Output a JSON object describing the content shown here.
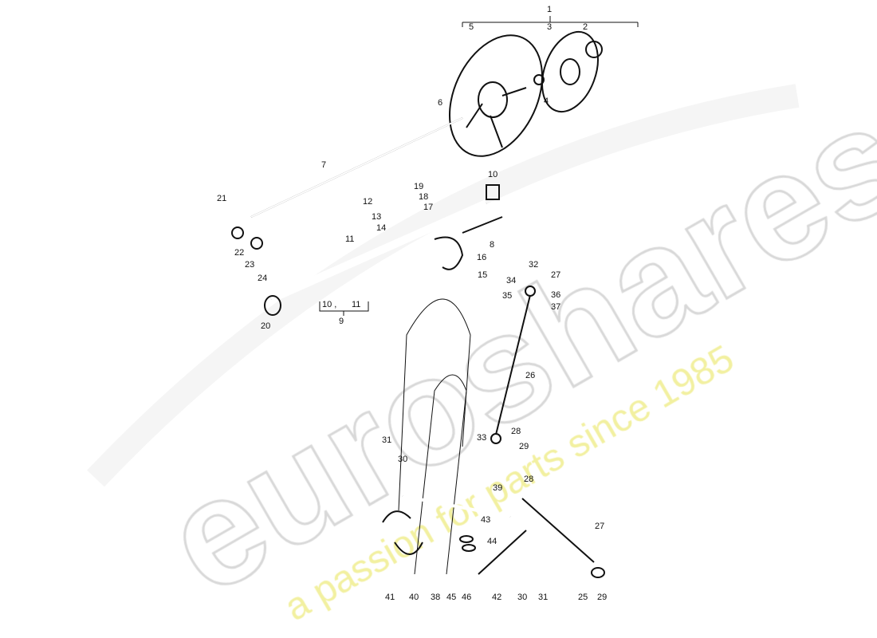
{
  "watermark": {
    "brand": "euroshares",
    "tagline": "a passion for parts since 1985",
    "brand_color": "#d8d8d8",
    "tagline_color": "#f2f0a0"
  },
  "callouts": [
    {
      "id": "c1",
      "text": "1"
    },
    {
      "id": "c5",
      "text": "5"
    },
    {
      "id": "c3",
      "text": "3"
    },
    {
      "id": "c2",
      "text": "2"
    },
    {
      "id": "c4",
      "text": "4"
    },
    {
      "id": "c6",
      "text": "6"
    },
    {
      "id": "c7",
      "text": "7"
    },
    {
      "id": "c10a",
      "text": "10"
    },
    {
      "id": "c19",
      "text": "19"
    },
    {
      "id": "c18",
      "text": "18"
    },
    {
      "id": "c17",
      "text": "17"
    },
    {
      "id": "c12",
      "text": "12"
    },
    {
      "id": "c21",
      "text": "21"
    },
    {
      "id": "c13",
      "text": "13"
    },
    {
      "id": "c14",
      "text": "14"
    },
    {
      "id": "c11a",
      "text": "11"
    },
    {
      "id": "c8",
      "text": "8"
    },
    {
      "id": "c16",
      "text": "16"
    },
    {
      "id": "c22",
      "text": "22"
    },
    {
      "id": "c23",
      "text": "23"
    },
    {
      "id": "c24",
      "text": "24"
    },
    {
      "id": "c15",
      "text": "15"
    },
    {
      "id": "c32",
      "text": "32"
    },
    {
      "id": "c27a",
      "text": "27"
    },
    {
      "id": "c34",
      "text": "34"
    },
    {
      "id": "c36",
      "text": "36"
    },
    {
      "id": "c35",
      "text": "35"
    },
    {
      "id": "c37",
      "text": "37"
    },
    {
      "id": "c10b",
      "text": "10 ,"
    },
    {
      "id": "c11b",
      "text": "11"
    },
    {
      "id": "c9",
      "text": "9"
    },
    {
      "id": "c20",
      "text": "20"
    },
    {
      "id": "c26",
      "text": "26"
    },
    {
      "id": "c28a",
      "text": "28"
    },
    {
      "id": "c33",
      "text": "33"
    },
    {
      "id": "c29a",
      "text": "29"
    },
    {
      "id": "c31a",
      "text": "31"
    },
    {
      "id": "c30a",
      "text": "30"
    },
    {
      "id": "c39",
      "text": "39"
    },
    {
      "id": "c28b",
      "text": "28"
    },
    {
      "id": "c27b",
      "text": "27"
    },
    {
      "id": "c43",
      "text": "43"
    },
    {
      "id": "c44",
      "text": "44"
    },
    {
      "id": "c41",
      "text": "41"
    },
    {
      "id": "c40",
      "text": "40"
    },
    {
      "id": "c38",
      "text": "38"
    },
    {
      "id": "c45",
      "text": "45"
    },
    {
      "id": "c46",
      "text": "46"
    },
    {
      "id": "c42",
      "text": "42"
    },
    {
      "id": "c30b",
      "text": "30"
    },
    {
      "id": "c31b",
      "text": "31"
    },
    {
      "id": "c25",
      "text": "25"
    },
    {
      "id": "c29b",
      "text": "29"
    }
  ]
}
